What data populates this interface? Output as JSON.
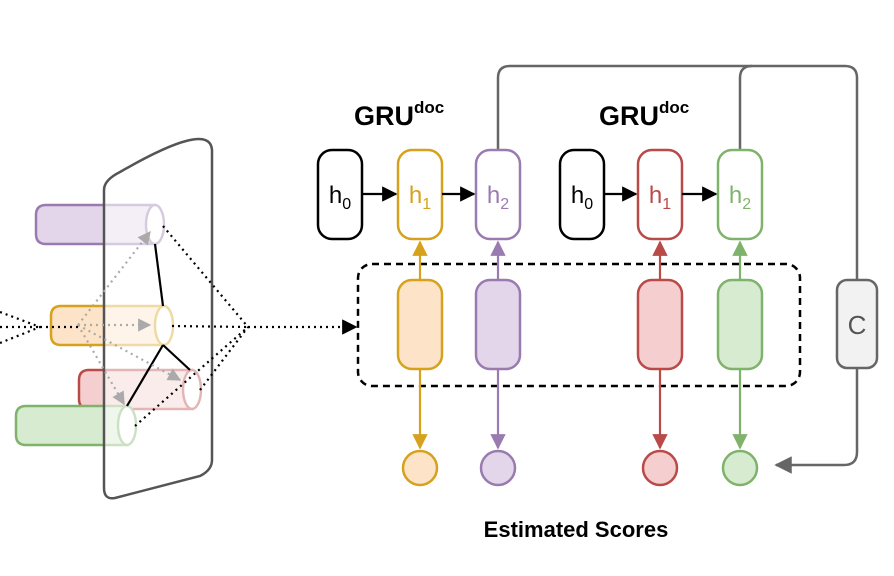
{
  "gru_blocks": [
    {
      "title": "GRU",
      "title_sup": "doc",
      "h0": {
        "base": "h",
        "sub": "0"
      },
      "h1": {
        "base": "h",
        "sub": "1"
      },
      "h2": {
        "base": "h",
        "sub": "2"
      }
    },
    {
      "title": "GRU",
      "title_sup": "doc",
      "h0": {
        "base": "h",
        "sub": "0"
      },
      "h1": {
        "base": "h",
        "sub": "1"
      },
      "h2": {
        "base": "h",
        "sub": "2"
      }
    }
  ],
  "context_box": {
    "label": "C"
  },
  "footer": {
    "label": "Estimated Scores"
  },
  "colors": {
    "orange": "#d6a21e",
    "orange_fill": "#fde3c8",
    "purple": "#9a7bb0",
    "purple_fill": "#e3d6ea",
    "red": "#b94a48",
    "red_fill": "#f5cfcf",
    "green": "#7fb36b",
    "green_fill": "#d7ebd1",
    "gray": "#666666",
    "black": "#000000"
  }
}
